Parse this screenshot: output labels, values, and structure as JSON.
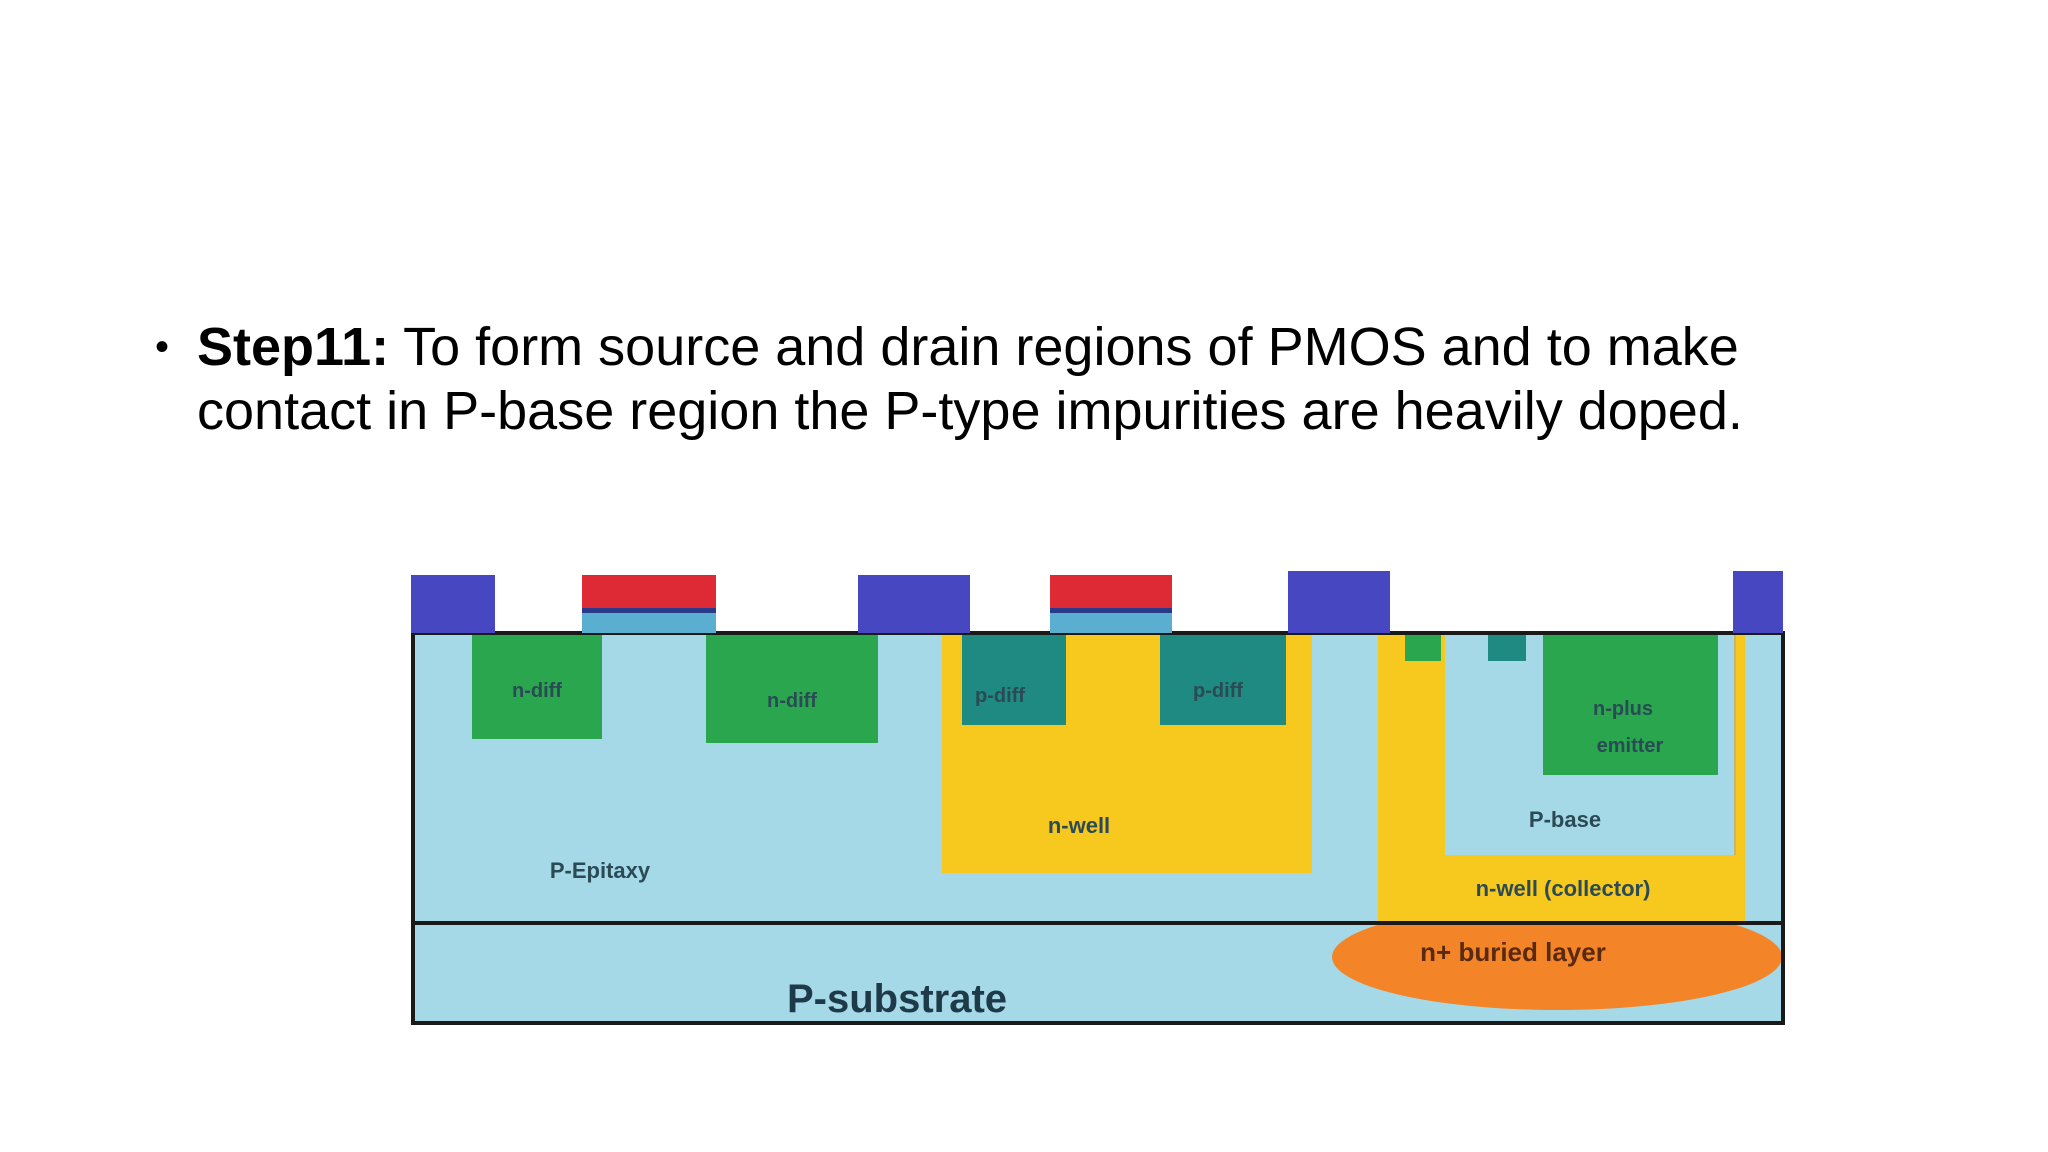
{
  "slide": {
    "bullet_marker": "•",
    "step_label": "Step11:",
    "step_text": " To form source and drain regions of PMOS and to make contact in P-base region the P-type impurities are heavily doped."
  },
  "diagram": {
    "colors": {
      "substrate": "#a6d9e8",
      "metal_contact": "#4747c2",
      "gate_poly": "#dd2a35",
      "gate_oxide": "#5aaed0",
      "n_diff": "#2aa64e",
      "p_diff": "#1e8a82",
      "n_well": "#f7c81e",
      "buried_layer": "#f38428",
      "outline": "#1a1a1a"
    },
    "labels": {
      "n_diff_1": "n-diff",
      "n_diff_2": "n-diff",
      "p_diff_1": "p-diff",
      "p_diff_2": "p-diff",
      "n_plus_emitter_line1": "n-plus",
      "n_plus_emitter_line2": "emitter",
      "n_well": "n-well",
      "p_base": "P-base",
      "p_epitaxy": "P-Epitaxy",
      "n_well_collector": "n-well (collector)",
      "n_buried_layer": "n+ buried layer",
      "p_substrate": "P-substrate"
    }
  }
}
